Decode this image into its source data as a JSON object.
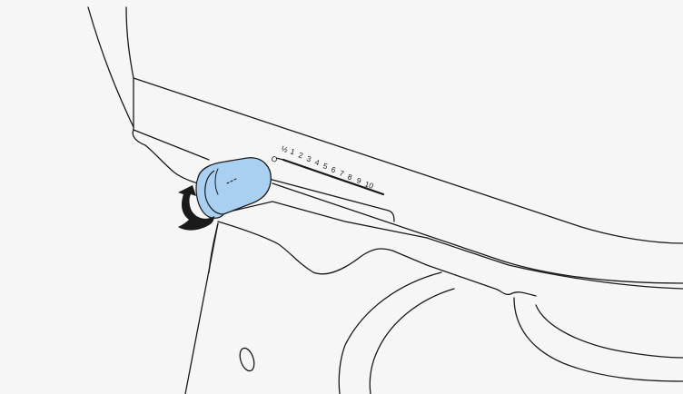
{
  "speed_dial": {
    "labels": [
      "O",
      "½",
      "1",
      "2",
      "3",
      "4",
      "5",
      "6",
      "7",
      "8",
      "9",
      "10"
    ]
  },
  "colors": {
    "lever": "#a9d0f1",
    "lever_stroke": "#1a1a1a",
    "arrow": "#1a1a1a",
    "background": "#f6f6f6",
    "body": "#f6f6f6"
  },
  "icons": {
    "rotation": "rotate-arrow-icon"
  }
}
